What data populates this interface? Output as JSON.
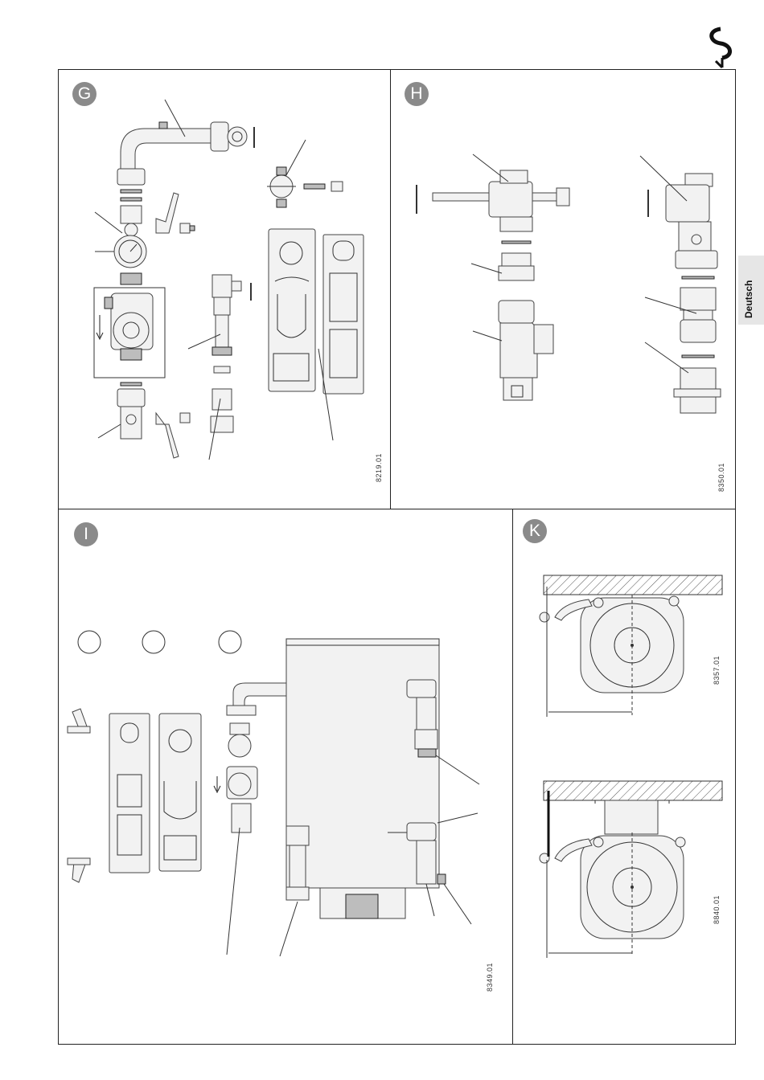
{
  "sidebar_tab": {
    "label": "Deutsch"
  },
  "panels": {
    "g": {
      "letter": "G",
      "ref": "8219.01"
    },
    "h": {
      "letter": "H",
      "ref": "8350.01"
    },
    "i": {
      "letter": "I",
      "ref": "8349.01"
    },
    "k": {
      "letter": "K",
      "ref_top": "8357.01",
      "ref_bottom": "8840.01"
    }
  },
  "colors": {
    "badge": "#8a8a8a",
    "tab": "#e6e6e6",
    "line": "#333333"
  }
}
